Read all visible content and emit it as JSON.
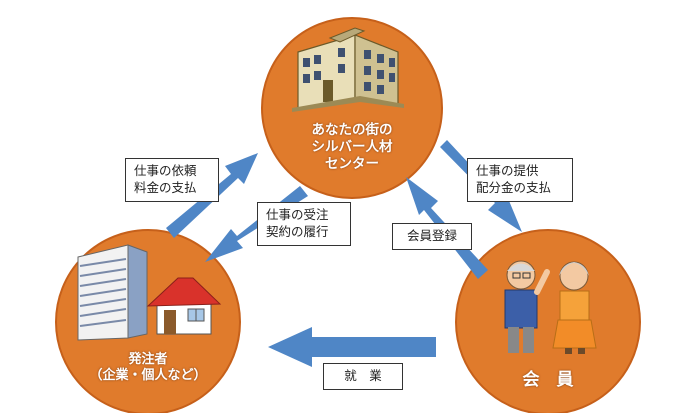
{
  "center": {
    "lines": [
      "あなたの街の",
      "シルバー人材",
      "センター"
    ]
  },
  "client": {
    "lines": [
      "発注者",
      "（企業・個人など）"
    ]
  },
  "member": {
    "label": "会　員"
  },
  "arrows": {
    "client_to_center": [
      "仕事の依頼",
      "料金の支払"
    ],
    "center_to_client": [
      "仕事の受注",
      "契約の履行"
    ],
    "center_to_member": [
      "仕事の提供",
      "配分金の支払"
    ],
    "member_to_center": [
      "会員登録"
    ],
    "member_to_client": [
      "就　業"
    ]
  },
  "colors": {
    "circle": "#e07b2c",
    "circle_edge": "#c6601a",
    "arrow": "#4f86c6",
    "label_border": "#333333"
  }
}
